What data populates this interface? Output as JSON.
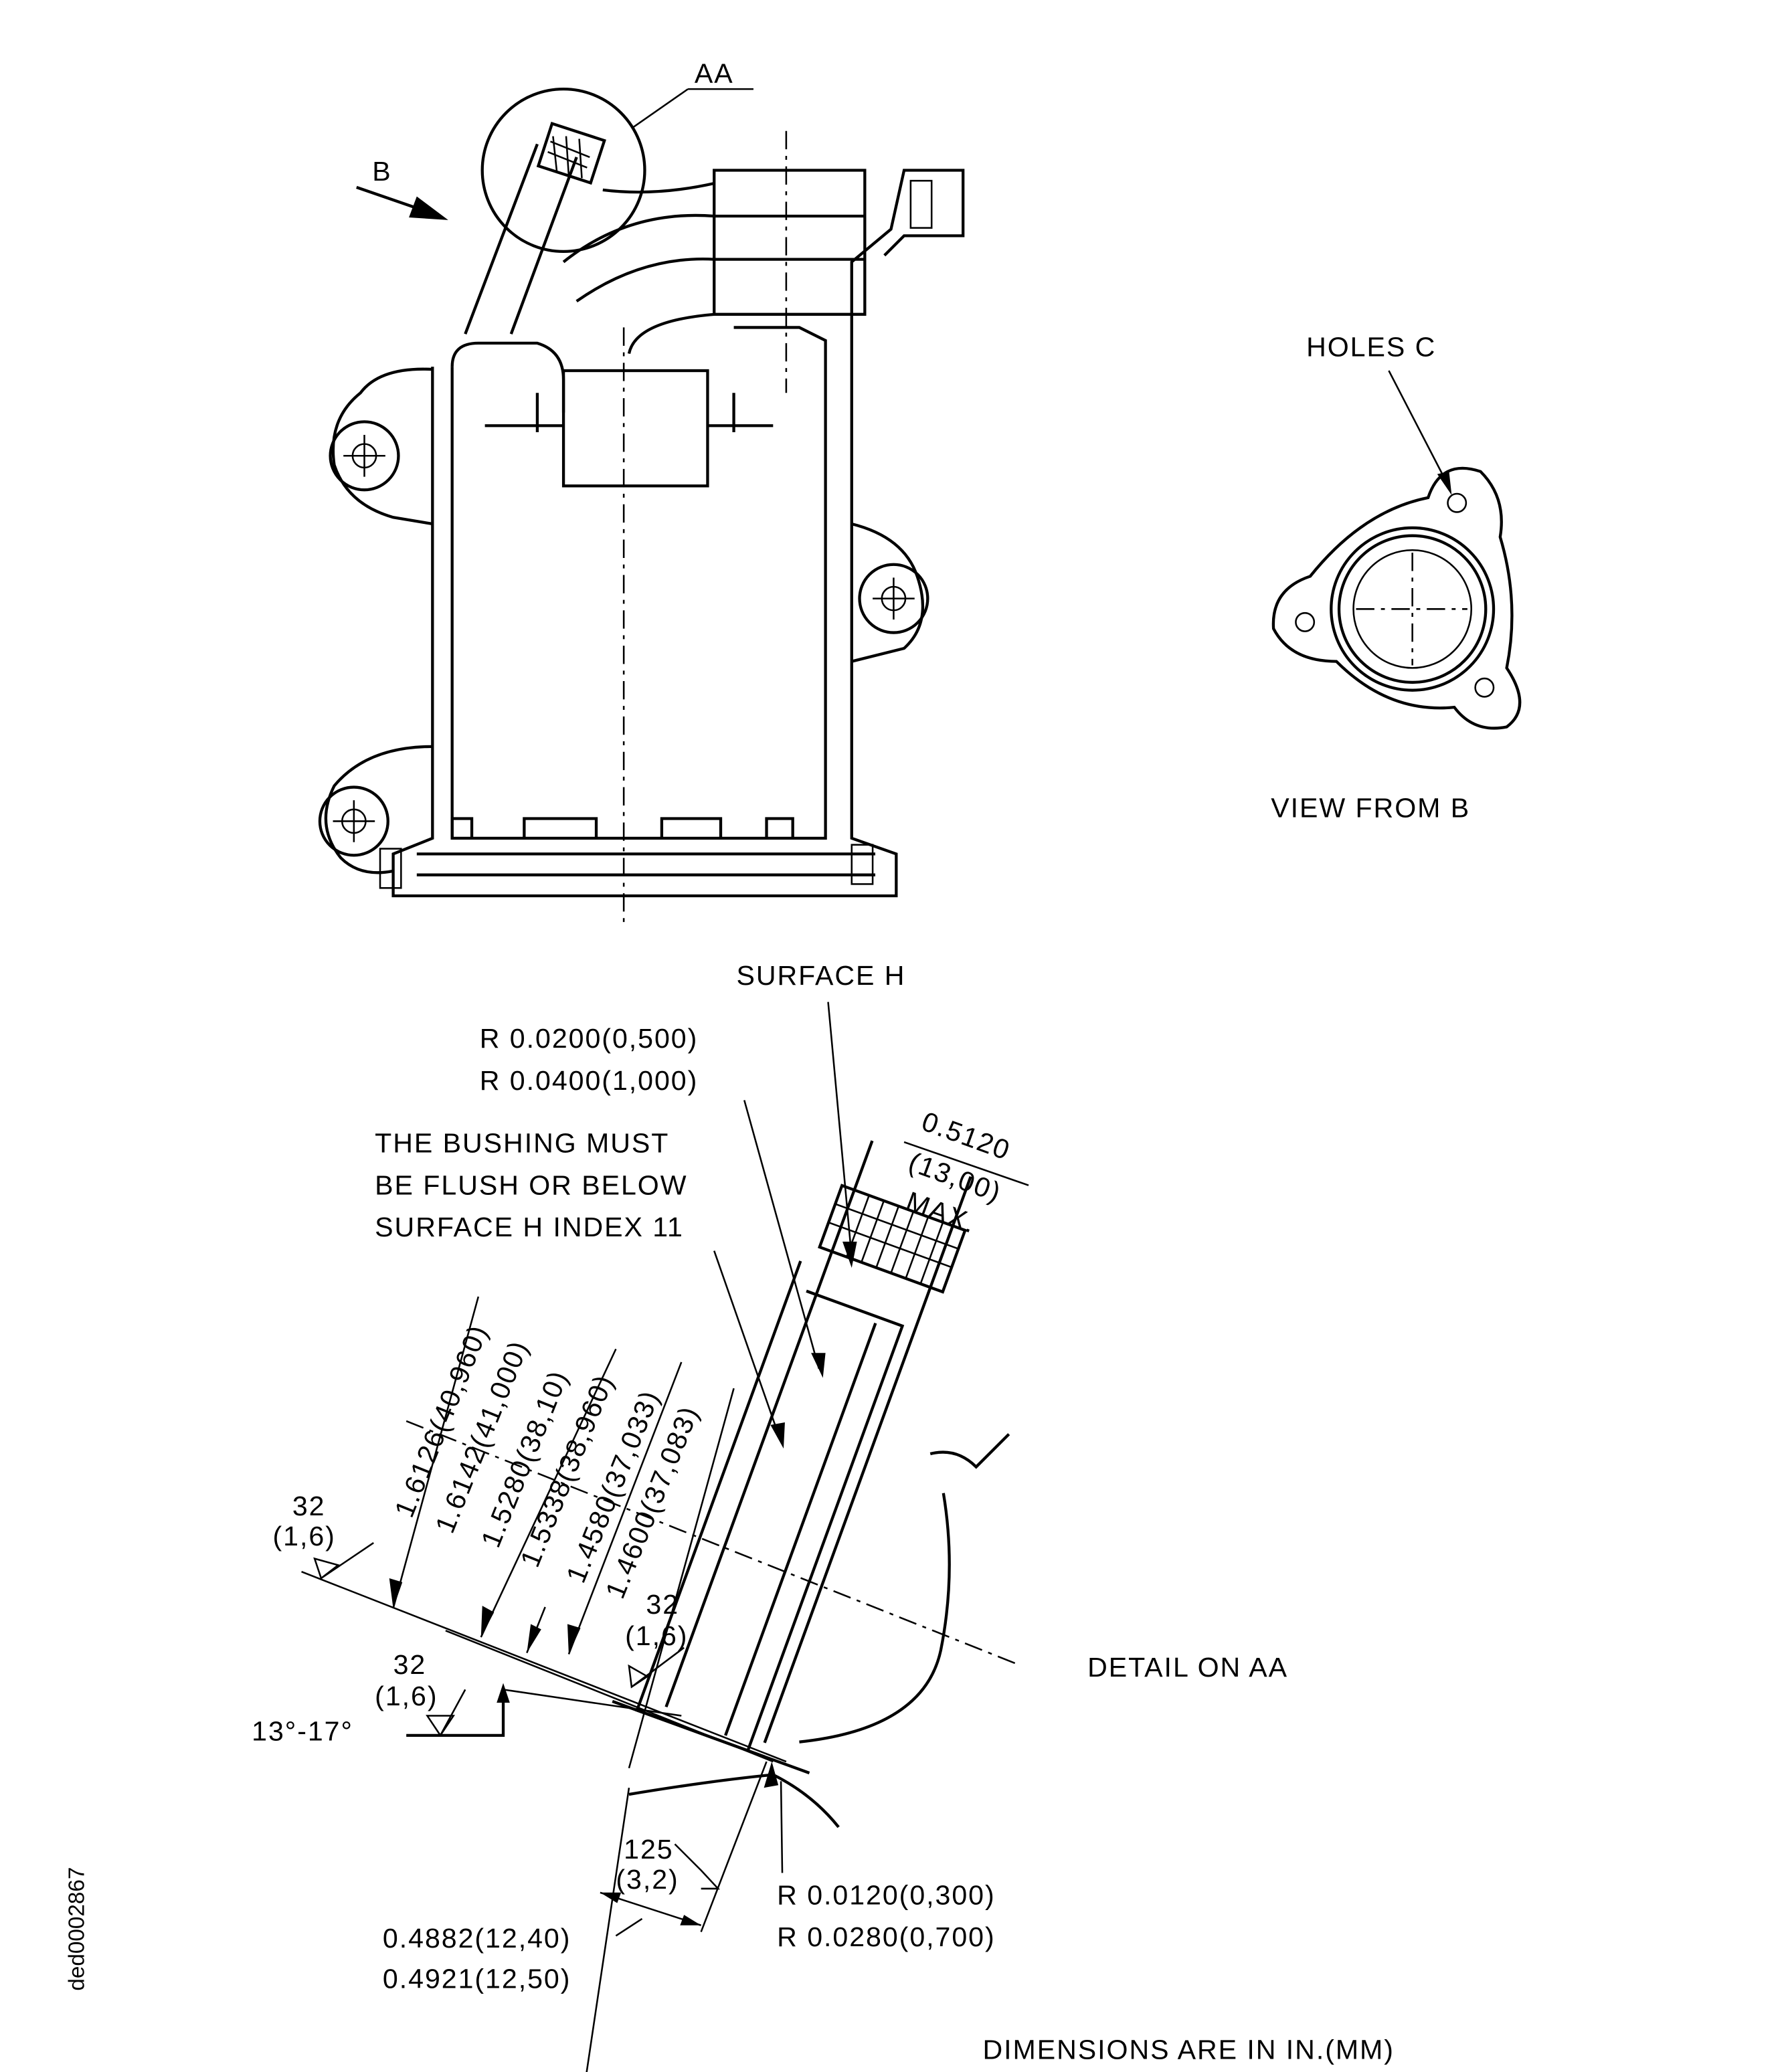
{
  "drawing_id": "ded0002867",
  "main_view": {
    "detail_callout": "AA",
    "view_arrow": "B"
  },
  "view_from_b": {
    "holes_label": "HOLES C",
    "caption": "VIEW FROM B"
  },
  "detail_aa": {
    "surface_label": "SURFACE H",
    "radius_top": [
      "R 0.0200(0,500)",
      "R 0.0400(1,000)"
    ],
    "note": [
      "THE BUSHING MUST",
      "BE FLUSH OR BELOW",
      "SURFACE H INDEX 11"
    ],
    "max_width": [
      "0.5120",
      "(13,00)",
      "MAX."
    ],
    "diameters": [
      "1.6126(40,960)",
      "1.6142(41,000)",
      "1.5280(38,10)",
      "1.5338(38,960)",
      "1.4580(37,033)",
      "1.4600(37,083)"
    ],
    "roughness": [
      {
        "value": "32",
        "metric": "(1,6)"
      },
      {
        "value": "32",
        "metric": "(1,6)"
      },
      {
        "value": "32",
        "metric": "(1,6)"
      },
      {
        "value": "125",
        "metric": "(3,2)"
      }
    ],
    "angle": "13°-17°",
    "caption": "DETAIL ON AA",
    "radius_bottom": [
      "R 0.0120(0,300)",
      "R 0.0280(0,700)"
    ],
    "length": [
      "0.4882(12,40)",
      "0.4921(12,50)"
    ]
  },
  "footer_note": "DIMENSIONS ARE IN IN.(MM)"
}
